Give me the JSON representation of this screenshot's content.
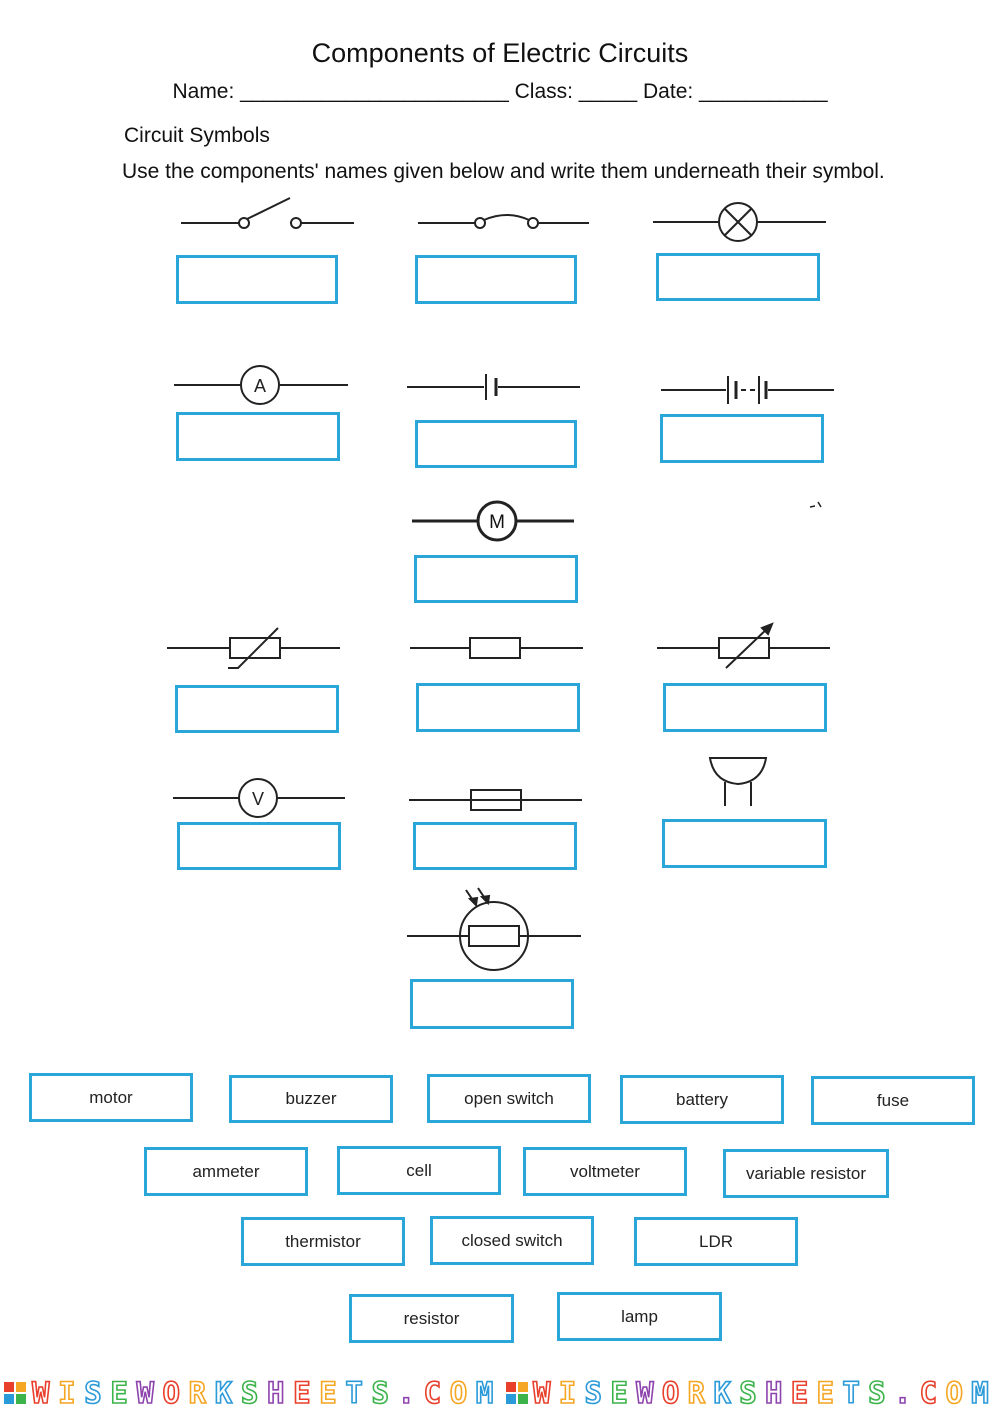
{
  "title": "Components of Electric Circuits",
  "name_line": "Name: _______________________ Class: _____ Date: ___________",
  "section_heading": "Circuit Symbols",
  "instruction": "Use the components' names given below and write them underneath their symbol.",
  "word_bank": [
    "motor",
    "buzzer",
    "open switch",
    "battery",
    "fuse",
    "ammeter",
    "cell",
    "voltmeter",
    "variable resistor",
    "thermistor",
    "closed switch",
    "LDR",
    "resistor",
    "lamp"
  ],
  "meter_letters": {
    "ammeter": "A",
    "motor": "M",
    "voltmeter": "V"
  },
  "footer": {
    "watermark": "WISEWORKSHEETS.COM",
    "colors": [
      "#e8402c",
      "#f5a623",
      "#2b9ad8",
      "#3cb44b",
      "#8e44ad"
    ]
  },
  "accent_color": "#2aa6d8"
}
